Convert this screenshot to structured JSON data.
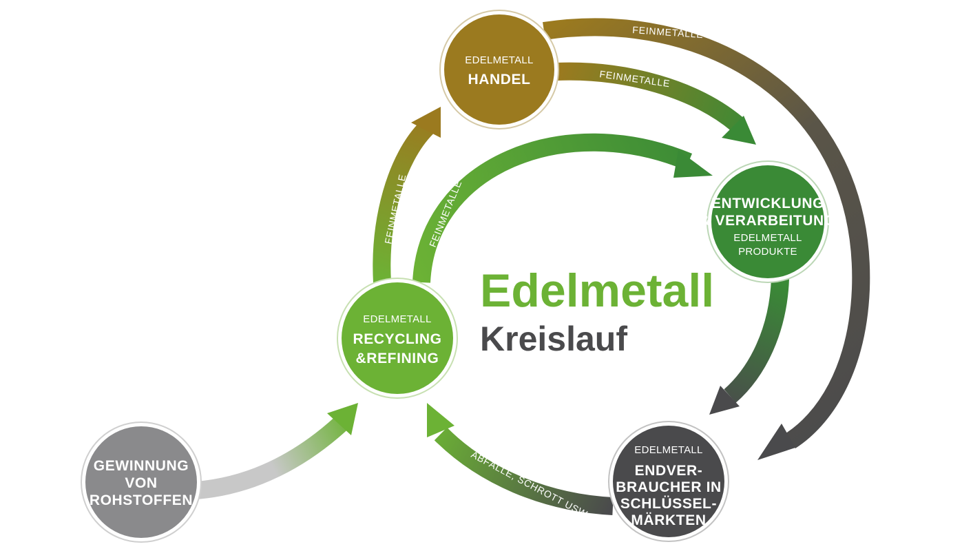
{
  "title": {
    "main": "Edelmetall",
    "sub": "Kreislauf"
  },
  "nodes": {
    "handel": {
      "small": "EDELMETALL",
      "big": "HANDEL",
      "color": "#9b7a1f"
    },
    "entwicklung": {
      "line1": "ENTWICKLUNG",
      "line2": "& VERARBEITUNG",
      "small1": "EDELMETALL",
      "small2": "PRODUKTE",
      "color": "#3a8a36"
    },
    "recycling": {
      "small": "EDELMETALL",
      "line1": "RECYCLING",
      "line2": "&REFINING",
      "color": "#6cb235"
    },
    "endverbraucher": {
      "small": "EDELMETALL",
      "line1": "ENDVER-",
      "line2": "BRAUCHER IN",
      "line3": "SCHLÜSSEL-",
      "line4": "MÄRKTEN",
      "color": "#4a4a4c"
    },
    "gewinnung": {
      "line1": "GEWINNUNG",
      "line2": "VON",
      "line3": "ROHSTOFFEN",
      "color": "#8a8a8c"
    }
  },
  "arrows": {
    "outer_top": "FEINMETALLE",
    "inner_top": "FEINMETALLE",
    "recycling_to_handel": "FEINMETALLE",
    "recycling_to_entwicklung": "FEINMETALLE",
    "endverbraucher_to_recycling": "ABFÄLLE, SCHROTT USW."
  },
  "colors": {
    "green": "#6cb235",
    "dark_green": "#3a8a36",
    "gold": "#9b7a1f",
    "dark_gray": "#4a4a4c",
    "light_gray": "#c8c8c8"
  }
}
